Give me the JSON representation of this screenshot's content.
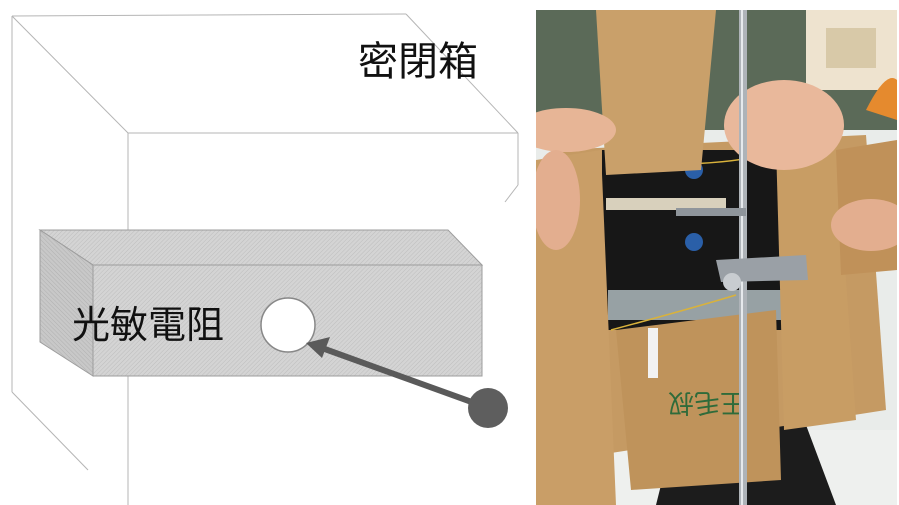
{
  "diagram": {
    "box_label": "密閉箱",
    "sensor_label": "光敏電阻"
  },
  "photo": {
    "box_print_text": "王毛叔"
  },
  "colors": {
    "outline": "#b5b5b5",
    "bar_fill": "#d2d2d2",
    "arrow": "#5a5a5a",
    "light_source": "#5e5e5e",
    "cardboard": "#c59a63",
    "rod": "#aeb3b8"
  }
}
